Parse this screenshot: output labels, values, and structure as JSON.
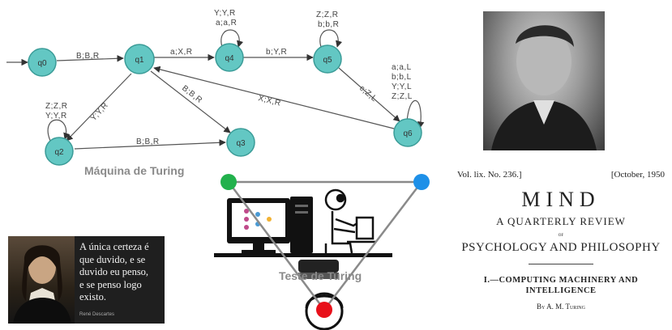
{
  "turing_machine": {
    "title": "Máquina de Turing",
    "states": [
      "q0",
      "q1",
      "q2",
      "q3",
      "q4",
      "q5",
      "q6"
    ],
    "edges": {
      "q0_q1": "B;B,R",
      "q1_q4": "a;X,R",
      "q4_q5": "b;Y,R",
      "q5_q6": "c;Z,L",
      "q6_q1": "X;X,R",
      "q1_q3": "B;B,R",
      "q1_q2": "Y;Y,R",
      "q2_q3": "B;B,R"
    },
    "loops": {
      "q4": [
        "Y;Y,R",
        "a;a,R"
      ],
      "q5": [
        "Z;Z,R",
        "b;b,R"
      ],
      "q2": [
        "Z;Z,R",
        "Y;Y,R"
      ],
      "q6": [
        "a;a,L",
        "b;b,L",
        "Y;Y,L",
        "Z;Z,L"
      ]
    },
    "node_color": "#63c7c3"
  },
  "mind_cover": {
    "volume": "Vol. lix.   No. 236.]",
    "date": "[October, 1950",
    "title": "MIND",
    "subtitle": "A QUARTERLY REVIEW",
    "of": "of",
    "subject": "PSYCHOLOGY AND PHILOSOPHY",
    "article": "I.—COMPUTING MACHINERY AND",
    "article2": "INTELLIGENCE",
    "author": "By A. M. Turing"
  },
  "descartes": {
    "quote_lines": [
      "A única certeza é",
      "que duvido, e se",
      "duvido eu penso,",
      "e se penso logo",
      "existo."
    ],
    "author": "René Descartes"
  },
  "turing_test": {
    "title": "Teste de Turing",
    "colors": {
      "left": "#22b14c",
      "right": "#1e90e8",
      "bottom": "#e8101a"
    }
  }
}
